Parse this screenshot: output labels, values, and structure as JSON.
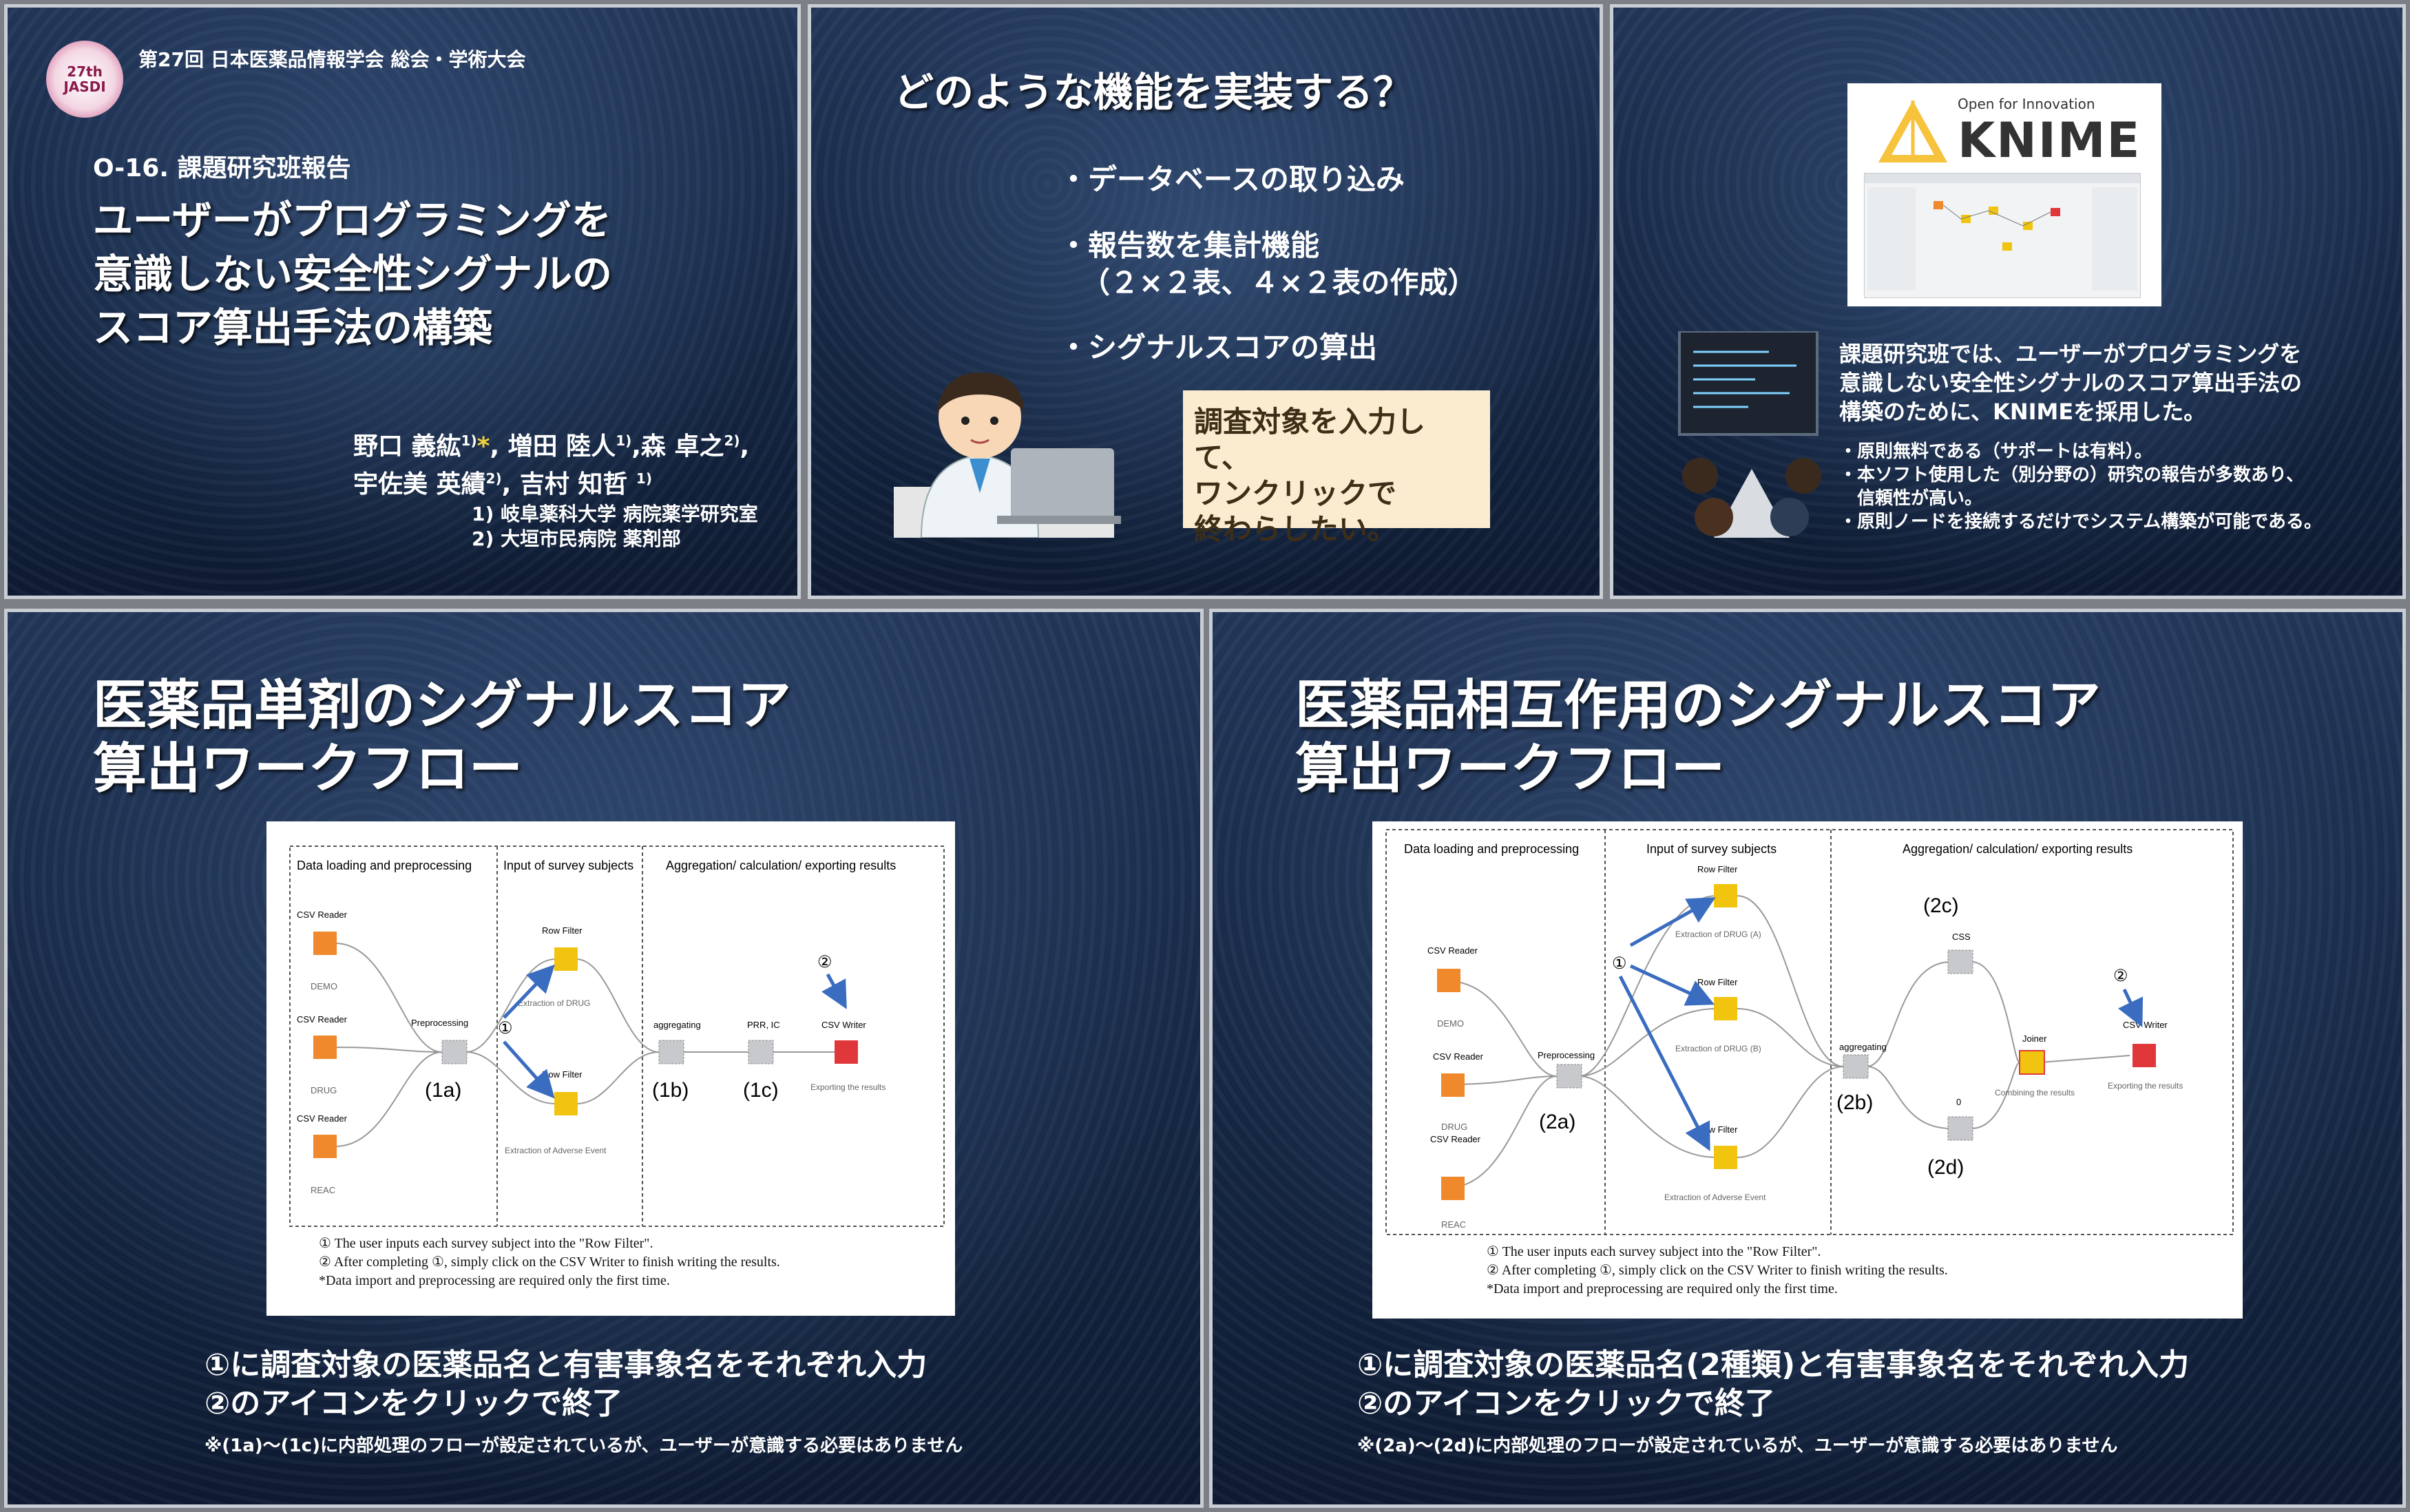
{
  "slide1": {
    "logo_text": "27th JASDI",
    "conference": "第27回 日本医薬品情報学会 総会・学術大会",
    "session": "O-16. 課題研究班報告",
    "title_lines": [
      "ユーザーがプログラミングを",
      "意識しない安全性シグナルの",
      "スコア算出手法の構築"
    ],
    "authors_line1_a": "野口 義紘",
    "authors_line1_b": ", 増田 陸人",
    "authors_line1_c": ",森 卓之",
    "authors_line2_a": "宇佐美 英績",
    "authors_line2_b": ", 吉村 知哲",
    "sup1": "1)",
    "sup2": "2)",
    "star": "*",
    "affiliation1": "1) 岐阜薬科大学 病院薬学研究室",
    "affiliation2": "2) 大垣市民病院 薬剤部"
  },
  "slide2": {
    "question": "どのような機能を実装する？",
    "bullets": [
      "・データベースの取り込み",
      "・報告数を集計機能",
      "（２×２表、４×２表の作成）",
      "・シグナルスコアの算出"
    ],
    "callout_lines": [
      "調査対象を入力して、",
      "ワンクリックで",
      "終わらしたい。"
    ]
  },
  "slide3": {
    "knime_tagline": "Open for Innovation",
    "knime_word": "KNIME",
    "text_lines": [
      "課題研究班では、ユーザーがプログラミングを",
      "意識しない安全性シグナルのスコア算出手法の",
      "構築のために、KNIMEを採用した。"
    ],
    "list": [
      "・原則無料である（サポートは有料）。",
      "・本ソフト使用した（別分野の）研究の報告が多数あり、",
      "　信頼性が高い。",
      "・原則ノードを接続するだけでシステム構築が可能である。"
    ]
  },
  "slide4": {
    "title_lines": [
      "医薬品単剤のシグナルスコア",
      "算出ワークフロー"
    ],
    "sections": [
      "Data loading and preprocessing",
      "Input of survey subjects",
      "Aggregation/ calculation/ exporting results"
    ],
    "nodes": {
      "csv_reader": "CSV Reader",
      "demo": "DEMO",
      "drug": "DRUG",
      "reac": "REAC",
      "preprocessing": "Preprocessing",
      "row_filter": "Row Filter",
      "ext_drug": "Extraction of DRUG",
      "ext_ae": "Extraction of Adverse Event",
      "aggregating": "aggregating",
      "prr_ic": "PRR, IC",
      "csv_writer": "CSV Writer",
      "exporting": "Exporting the results"
    },
    "markers": [
      "(1a)",
      "(1b)",
      "(1c)",
      "①",
      "②"
    ],
    "notes": [
      "① The user inputs each survey subject into the \"Row Filter\".",
      "② After completing ①, simply click on the CSV Writer to finish writing the results.",
      "*Data import and preprocessing are required only the first time."
    ],
    "footer_lines": [
      "①に調査対象の医薬品名と有害事象名をそれぞれ入力",
      "②のアイコンをクリックで終了"
    ],
    "footnote": "※(1a)～(1c)に内部処理のフローが設定されているが、ユーザーが意識する必要はありません"
  },
  "slide5": {
    "title_lines": [
      "医薬品相互作用のシグナルスコア",
      "算出ワークフロー"
    ],
    "sections": [
      "Data loading and preprocessing",
      "Input of survey subjects",
      "Aggregation/ calculation/ exporting results"
    ],
    "nodes": {
      "csv_reader": "CSV Reader",
      "demo": "DEMO",
      "drug": "DRUG",
      "reac": "REAC",
      "preprocessing": "Preprocessing",
      "row_filter": "Row Filter",
      "ext_drug_a": "Extraction of DRUG (A)",
      "ext_drug_b": "Extraction of DRUG (B)",
      "ext_ae": "Extraction of Adverse Event",
      "aggregating": "aggregating",
      "css": "CSS",
      "zero": "0",
      "joiner": "Joiner",
      "combining": "Combining the results",
      "csv_writer": "CSV Writer",
      "exporting": "Exporting the results"
    },
    "markers": [
      "(2a)",
      "(2b)",
      "(2c)",
      "(2d)",
      "①",
      "②"
    ],
    "notes": [
      "① The user inputs each survey subject into the \"Row Filter\".",
      "② After completing ①, simply click on the CSV Writer to finish writing the results.",
      "*Data import and preprocessing are required only the first time."
    ],
    "footer_lines": [
      "①に調査対象の医薬品名(2種類)と有害事象名をそれぞれ入力",
      "②のアイコンをクリックで終了"
    ],
    "footnote": "※(2a)～(2d)に内部処理のフローが設定されているが、ユーザーが意識する必要はありません"
  },
  "colors": {
    "reader": "#f0892c",
    "filter": "#f1c40f",
    "meta": "#c7c9cc",
    "writer": "#e0383a",
    "arrow": "#3a6cc0"
  }
}
